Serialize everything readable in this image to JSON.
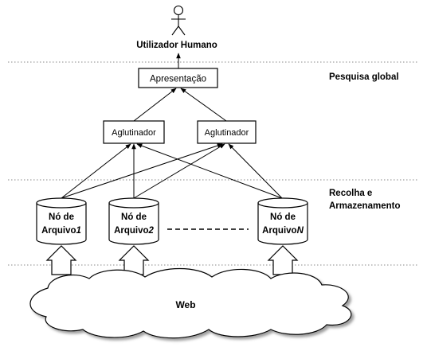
{
  "user": {
    "label": "Utilizador Humano"
  },
  "layers": {
    "global": "Pesquisa global",
    "collection_line1": "Recolha e",
    "collection_line2": "Armazenamento"
  },
  "presentation": {
    "label": "Apresentação"
  },
  "aggregators": [
    {
      "label": "Aglutinador"
    },
    {
      "label": "Aglutinador"
    }
  ],
  "archive_nodes": [
    {
      "line1": "Nó de",
      "line2_prefix": "Arquivo",
      "line2_suffix": "1"
    },
    {
      "line1": "Nó de",
      "line2_prefix": "Arquivo",
      "line2_suffix": "2"
    },
    {
      "line1": "Nó de",
      "line2_prefix": "Arquivo",
      "line2_suffix": "N"
    }
  ],
  "web": {
    "label": "Web"
  }
}
